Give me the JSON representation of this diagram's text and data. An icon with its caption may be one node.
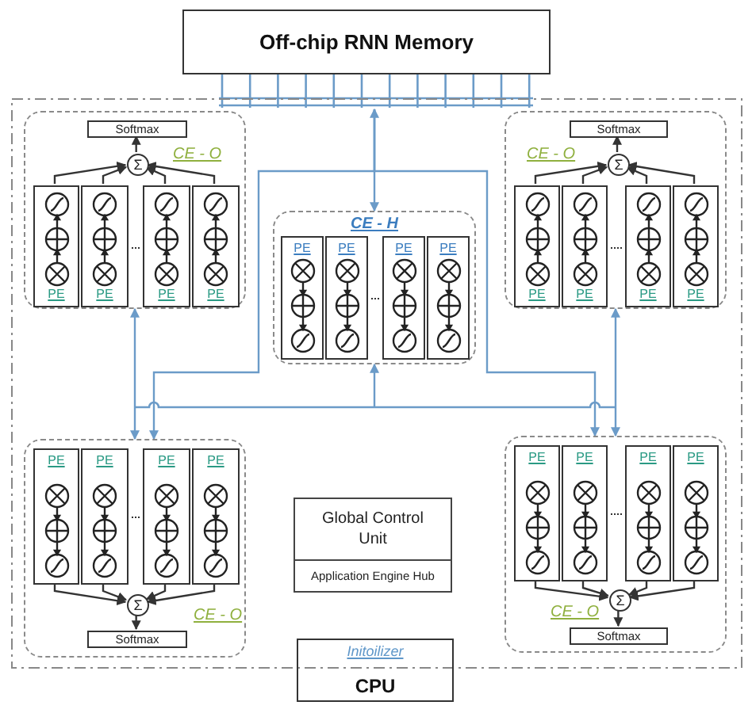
{
  "diagram": {
    "nodes": [
      {
        "text": [
          "Off-chip RNN Memory"
        ]
      },
      {
        "text": [],
        "shape": "bar"
      },
      {
        "text": [],
        "shape": "box"
      },
      {
        "text": [
          "CE - O"
        ],
        "in": 2
      },
      {
        "text": [
          "Softmax"
        ],
        "in": 3
      },
      {
        "text": [
          "Σ"
        ],
        "in": 3
      },
      {
        "text": [
          "PE"
        ],
        "in": 3
      },
      {
        "text": [
          "PE"
        ],
        "in": 3
      },
      {
        "text": [
          "PE"
        ],
        "in": 3
      },
      {
        "text": [
          "PE"
        ],
        "in": 3
      },
      {
        "text": [
          "CE - O"
        ],
        "in": 2
      },
      {
        "text": [
          "Softmax"
        ],
        "in": 10
      },
      {
        "text": [
          "Σ"
        ],
        "in": 10
      },
      {
        "text": [
          "PE"
        ],
        "in": 10
      },
      {
        "text": [
          "PE"
        ],
        "in": 10
      },
      {
        "text": [
          "PE"
        ],
        "in": 10
      },
      {
        "text": [
          "PE"
        ],
        "in": 10
      },
      {
        "text": [
          "CE - H"
        ],
        "in": 2
      },
      {
        "text": [
          "PE"
        ],
        "in": 17
      },
      {
        "text": [
          "PE"
        ],
        "in": 17
      },
      {
        "text": [
          "PE"
        ],
        "in": 17
      },
      {
        "text": [
          "PE"
        ],
        "in": 17
      },
      {
        "text": [
          "CE - O"
        ],
        "in": 2
      },
      {
        "text": [
          "PE"
        ],
        "in": 22
      },
      {
        "text": [
          "PE"
        ],
        "in": 22
      },
      {
        "text": [
          "PE"
        ],
        "in": 22
      },
      {
        "text": [
          "PE"
        ],
        "in": 22
      },
      {
        "text": [
          "Σ"
        ],
        "in": 22
      },
      {
        "text": [
          "Softmax"
        ],
        "in": 22
      },
      {
        "text": [
          "Global Control Unit",
          "Application Engine Hub"
        ],
        "in": 2
      },
      {
        "text": [
          "CE - O"
        ],
        "in": 2
      },
      {
        "text": [
          "PE"
        ],
        "in": 30
      },
      {
        "text": [
          "PE"
        ],
        "in": 30
      },
      {
        "text": [
          "PE"
        ],
        "in": 30
      },
      {
        "text": [
          "PE"
        ],
        "in": 30
      },
      {
        "text": [
          "Σ"
        ],
        "in": 30
      },
      {
        "text": [
          "Softmax"
        ],
        "in": 30
      },
      {
        "text": [
          "Initoilizer",
          "CPU"
        ]
      }
    ],
    "edges": [
      {
        "from": 1,
        "to": 17,
        "arrow": "both",
        "color": "#6b9bc8"
      },
      {
        "from": 1,
        "to": 22,
        "arrow": "to",
        "color": "#6b9bc8"
      },
      {
        "from": 1,
        "to": 30,
        "arrow": "to",
        "color": "#6b9bc8"
      },
      {
        "from": null,
        "to": 3,
        "arrow": "to",
        "color": "#6b9bc8"
      },
      {
        "from": null,
        "to": 10,
        "arrow": "to",
        "color": "#6b9bc8"
      },
      {
        "from": null,
        "to": 17,
        "arrow": "to",
        "color": "#6b9bc8"
      },
      {
        "from": null,
        "to": 22,
        "arrow": "to",
        "color": "#6b9bc8"
      },
      {
        "from": null,
        "to": 30,
        "arrow": "to",
        "color": "#6b9bc8"
      },
      {
        "from": 6,
        "to": 5,
        "arrow": "to"
      },
      {
        "from": 7,
        "to": 5,
        "arrow": "to"
      },
      {
        "from": 8,
        "to": 5,
        "arrow": "to"
      },
      {
        "from": 9,
        "to": 5,
        "arrow": "to"
      },
      {
        "from": 5,
        "to": 4,
        "arrow": "to"
      },
      {
        "from": 13,
        "to": 12,
        "arrow": "to"
      },
      {
        "from": 14,
        "to": 12,
        "arrow": "to"
      },
      {
        "from": 15,
        "to": 12,
        "arrow": "to"
      },
      {
        "from": 16,
        "to": 12,
        "arrow": "to"
      },
      {
        "from": 12,
        "to": 11,
        "arrow": "to"
      },
      {
        "from": 23,
        "to": 27,
        "arrow": "to"
      },
      {
        "from": 24,
        "to": 27,
        "arrow": "to"
      },
      {
        "from": 25,
        "to": 27,
        "arrow": "to"
      },
      {
        "from": 26,
        "to": 27,
        "arrow": "to"
      },
      {
        "from": 27,
        "to": 28,
        "arrow": "to"
      },
      {
        "from": 31,
        "to": 35,
        "arrow": "to"
      },
      {
        "from": 32,
        "to": 35,
        "arrow": "to"
      },
      {
        "from": 33,
        "to": 35,
        "arrow": "to"
      },
      {
        "from": 34,
        "to": 35,
        "arrow": "to"
      },
      {
        "from": 35,
        "to": 36,
        "arrow": "to"
      }
    ]
  }
}
